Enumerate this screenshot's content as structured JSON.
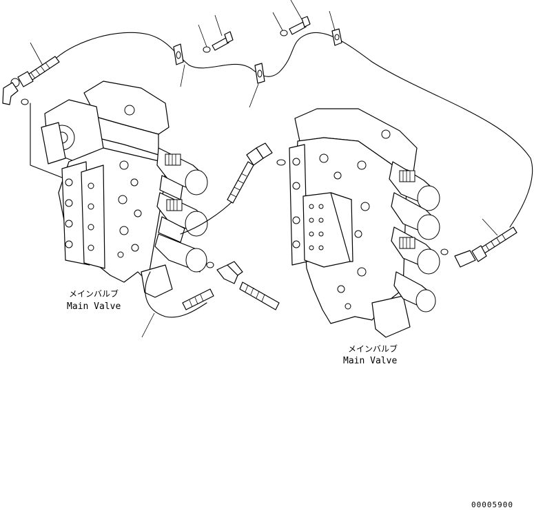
{
  "labels": {
    "left_valve_jp": "メインバルブ",
    "left_valve_en": "Main Valve",
    "right_valve_jp": "メインバルブ",
    "right_valve_en": "Main Valve"
  },
  "drawing_number": "00005900"
}
